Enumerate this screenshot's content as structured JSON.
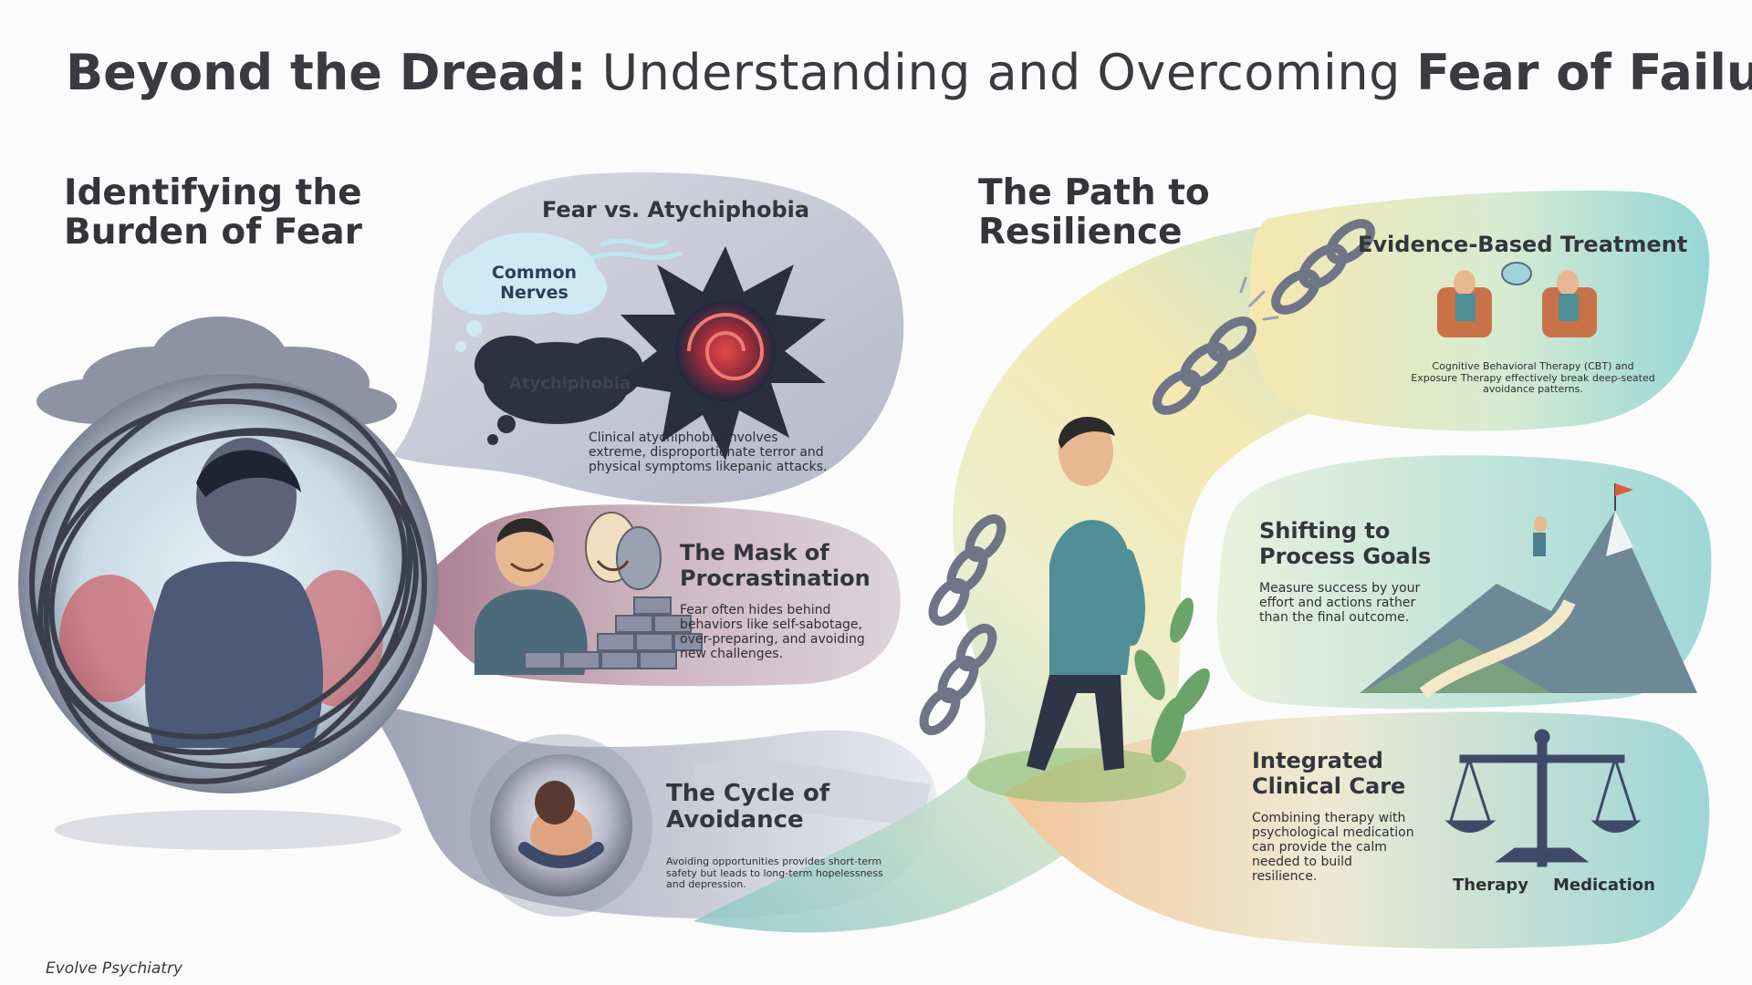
{
  "title": {
    "part1": "Beyond the Dread:",
    "part2": "Understanding and Overcoming",
    "part3": "Fear of Failure"
  },
  "left_section": {
    "heading_line1": "Identifying the",
    "heading_line2": "Burden of Fear"
  },
  "fear_card": {
    "heading": "Fear vs. Atychiphobia",
    "cloud_common_line1": "Common",
    "cloud_common_line2": "Nerves",
    "cloud_atychiphobia": "Atychiphobia",
    "body_line1": "Clinical atychiphobia involves",
    "body_line2": "extreme, disproportionate terror and",
    "body_line3": "physical symptoms likepanic attacks."
  },
  "mask_card": {
    "heading_line1": "The Mask of",
    "heading_line2": "Procrastination",
    "body_line1": "Fear often hides behind",
    "body_line2": "behaviors like self-sabotage,",
    "body_line3": "over-preparing, and avoiding",
    "body_line4": "new challenges."
  },
  "cycle_card": {
    "heading_line1": "The Cycle of",
    "heading_line2": "Avoidance",
    "body_line1": "Avoiding opportunities provides short-term",
    "body_line2": "safety but leads to long-term hopelessness",
    "body_line3": "and depression."
  },
  "right_section": {
    "heading_line1": "The Path to",
    "heading_line2": "Resilience"
  },
  "treatment_card": {
    "heading": "Evidence-Based Treatment",
    "body_line1": "Cognitive Behavioral Therapy (CBT) and",
    "body_line2": "Exposure Therapy effectively break deep-seated",
    "body_line3": "avoidance patterns."
  },
  "process_card": {
    "heading_line1": "Shifting to",
    "heading_line2": "Process Goals",
    "body_line1": "Measure success by your",
    "body_line2": "effort and actions rather",
    "body_line3": "than the final outcome."
  },
  "care_card": {
    "heading_line1": "Integrated",
    "heading_line2": "Clinical Care",
    "body_line1": "Combining therapy with",
    "body_line2": "psychological medication",
    "body_line3": "can provide the calm",
    "body_line4": "needed to build",
    "body_line5": "resilience.",
    "scale_left": "Therapy",
    "scale_right": "Medication"
  },
  "footer": "Evolve Psychiatry",
  "colors": {
    "text_dark": "#33353b",
    "bubble_gray": "#b9bccb",
    "mask_bubble": "#c3aab6",
    "teal_path": "#8fd0d2",
    "yellow_path": "#f2e2a0",
    "orange_path": "#f2c99b"
  }
}
